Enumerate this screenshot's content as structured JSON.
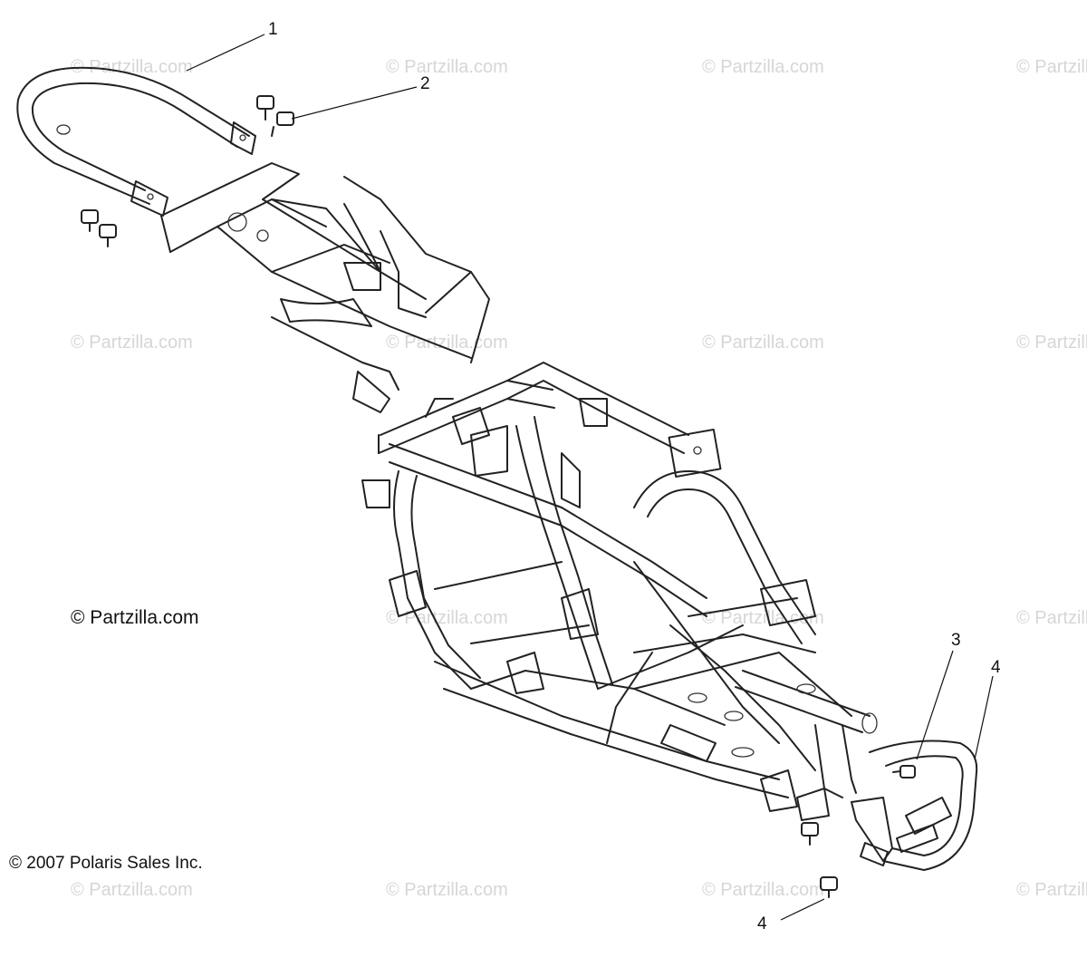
{
  "watermark": "© Partzilla.com",
  "copyright_site": "© Partzilla.com",
  "copyright_polaris": "© 2007 Polaris Sales Inc.",
  "callouts": [
    "1",
    "2",
    "3",
    "4",
    "4"
  ],
  "colors": {
    "line": "#222222",
    "watermark": "#d6d6d6",
    "background": "#ffffff"
  }
}
